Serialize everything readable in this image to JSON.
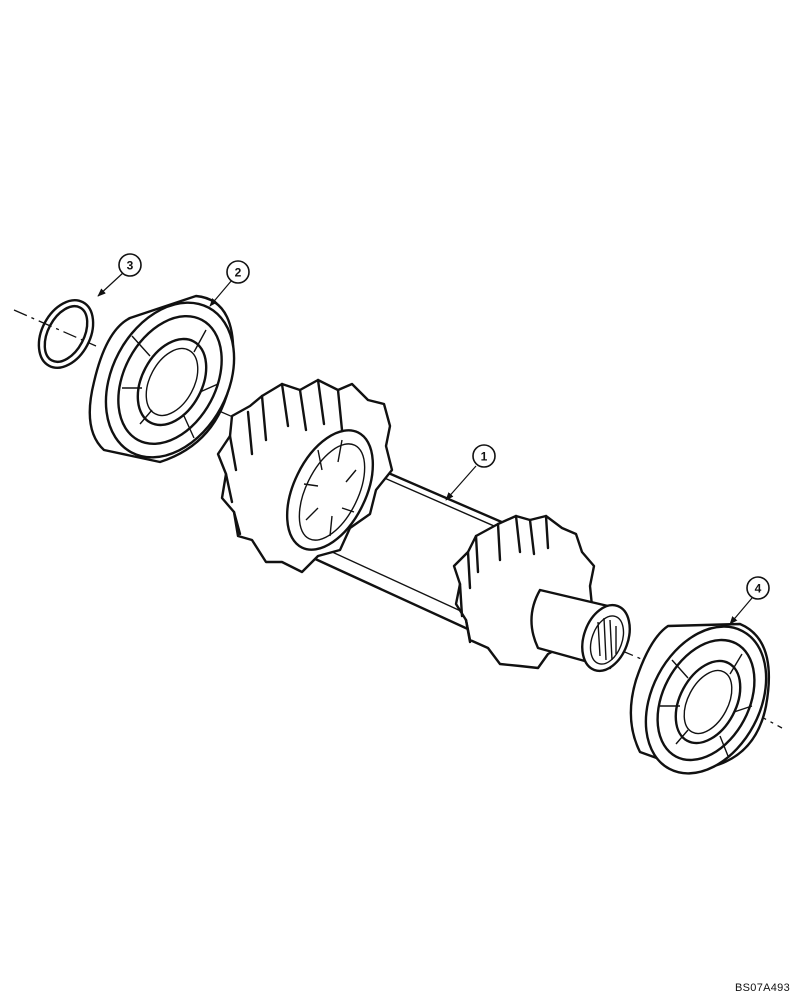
{
  "callouts": [
    {
      "id": "callout-1",
      "label": "1"
    },
    {
      "id": "callout-2",
      "label": "2"
    },
    {
      "id": "callout-3",
      "label": "3"
    },
    {
      "id": "callout-4",
      "label": "4"
    }
  ],
  "figure_code": "BS07A493"
}
